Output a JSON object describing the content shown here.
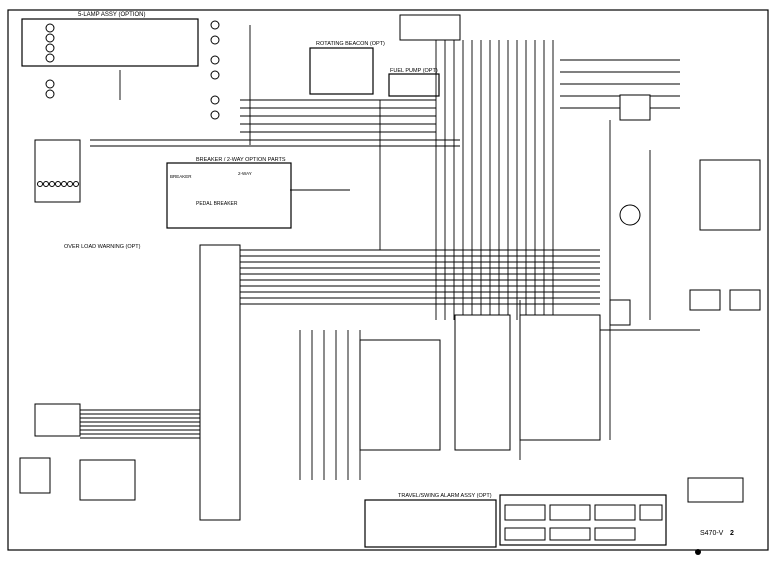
{
  "diagram": {
    "sections": {
      "five_lamp": "5-LAMP ASSY (OPTION)",
      "rotating_beacon": "ROTATING BEACON (OPT)",
      "fuel_pump": "FUEL PUMP (OPT)",
      "breaker": "BREAKER / 2-WAY OPTION PARTS",
      "pedal_breaker": "PEDAL BREAKER",
      "overload": "OVER LOAD WARNING (OPT)",
      "travel_alarm": "TRAVEL/SWING ALARM ASSY (OPT)",
      "breaker_left": "BREAKER",
      "two_way": "2-WAY"
    },
    "model": "S470-V",
    "title_block_suffix": "2",
    "colors": {
      "line": "#000000",
      "background": "#ffffff"
    }
  }
}
